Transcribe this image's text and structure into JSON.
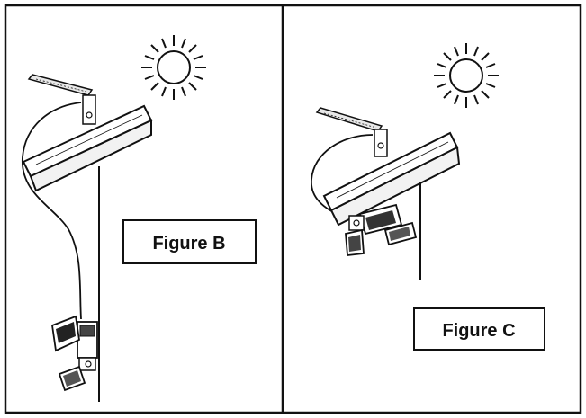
{
  "figures": [
    {
      "label": "Figure B"
    },
    {
      "label": "Figure C"
    }
  ],
  "colors": {
    "ink": "#111111",
    "panel_fill": "#ffffff",
    "background": "#ffffff"
  },
  "icons": {
    "sun": "sun-icon",
    "solar_panel": "solar-panel-icon",
    "light_fixture": "floodlight-icon",
    "pole": "mounting-pole"
  }
}
